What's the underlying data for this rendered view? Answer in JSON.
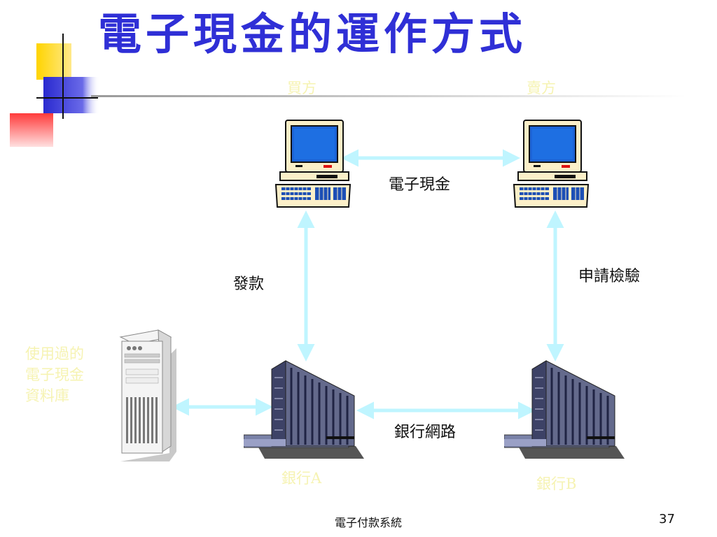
{
  "slide": {
    "title": "電子現金的運作方式",
    "footer_text": "電子付款系統",
    "page_number": "37"
  },
  "diagram": {
    "buyer_label": "買方",
    "seller_label": "賣方",
    "ecash_label": "電子現金",
    "issue_label": "發款",
    "verify_label": "申請檢驗",
    "bank_network_label": "銀行網路",
    "bank_a_label": "銀行A",
    "bank_b_label": "銀行B",
    "database_label_line1": "使用過的",
    "database_label_line2": "電子現金",
    "database_label_line3": "資料庫"
  },
  "colors": {
    "title": "#2f2fd6",
    "arrow": "#bff5ff",
    "faint_label": "#f6f3b2",
    "accent_yellow": "#ffd400",
    "accent_blue": "#3030d0",
    "accent_red": "#ff4040"
  }
}
